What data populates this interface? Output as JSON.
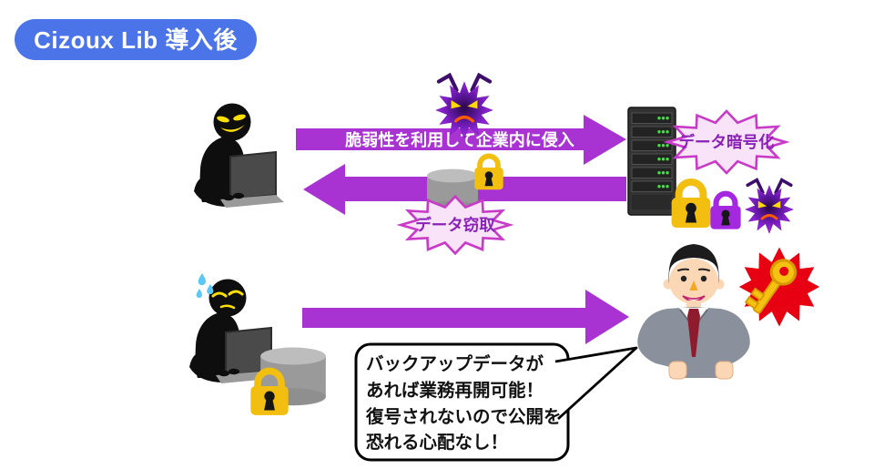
{
  "badge": {
    "label": "Cizoux Lib 導入後"
  },
  "flow": {
    "attack_arrow_label": "脆弱性を利用して企業内に侵入",
    "encryption_label": "データ暗号化",
    "theft_label": "データ窃取"
  },
  "speech_bubble": {
    "lines": [
      "バックアップデータが",
      "あれば業務再開可能！",
      "復号されないので公開を",
      "恐れる心配なし！"
    ]
  },
  "icons": {
    "hacker_top": "hacker-with-laptop",
    "hacker_bottom": "frustrated-hacker-with-laptop",
    "malware": "virus-malware-starburst",
    "server": "server-rack",
    "database": "database-cylinder",
    "lock_gold": "gold-padlock",
    "lock_purple": "purple-padlock",
    "businessman": "confident-businessman",
    "key_alert": "gold-key-in-red-burst"
  },
  "colors": {
    "badge_bg": "#4A74E8",
    "arrow_purple": "#A833D2",
    "burst_fill": "#F9E3F9",
    "burst_stroke": "#C73BC7",
    "burst_text": "#8B22B8",
    "lock_gold": "#F2BE0F",
    "lock_purple": "#A428E0",
    "alert_red": "#E60012",
    "key_gold": "#F5C211"
  }
}
